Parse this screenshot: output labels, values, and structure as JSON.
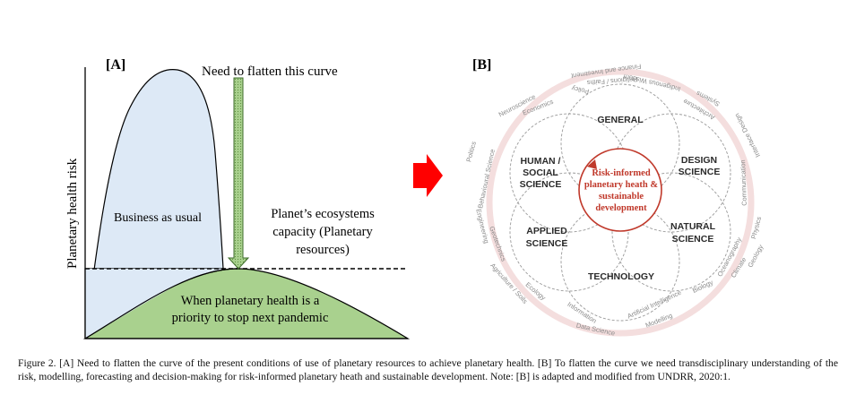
{
  "panel_a": {
    "label": "[A]",
    "y_axis_label": "Planetary health risk",
    "arrow_label": "Need to flatten this curve",
    "business_label": "Business as usual",
    "capacity_label": [
      "Planet’s ecosystems",
      "capacity (Planetary",
      "resources)"
    ],
    "green_label": [
      "When planetary health is a",
      "priority to stop next pandemic"
    ],
    "colors": {
      "blue_fill": "#dde9f6",
      "green_fill": "#a9d18e",
      "arrow_fill": "#a9d18e"
    }
  },
  "arrow_between": {
    "color": "#ff0000"
  },
  "panel_b": {
    "label": "[B]",
    "center_text": [
      "Risk-informed",
      "planetary heath &",
      "sustainable",
      "development"
    ],
    "center_color": "#c0392b",
    "petals": {
      "general": [
        "GENERAL"
      ],
      "design": [
        "DESIGN",
        "SCIENCE"
      ],
      "natural": [
        "NATURAL",
        "SCIENCE"
      ],
      "technology": [
        "TECHNOLOGY"
      ],
      "applied": [
        "APPLIED",
        "SCIENCE"
      ],
      "human": [
        "HUMAN /",
        "SOCIAL",
        "SCIENCE"
      ]
    },
    "ring_words": [
      "Finance and Investment",
      "Religions / Faiths",
      "Indigenous Wisdom",
      "Policy",
      "Systems",
      "Architecture",
      "Neuroscience",
      "Economics",
      "Interface Design",
      "Politics",
      "Behavioural Science",
      "Communication",
      "Physics",
      "Engineering",
      "Geotechnics",
      "Geology",
      "Climate",
      "Oceanography",
      "Biology",
      "Agriculture / Soils",
      "Ecology",
      "Artificial Intelligence",
      "Modelling",
      "Information",
      "Data Science"
    ]
  },
  "caption": "Figure 2. [A] Need to flatten the curve of the present conditions of use of planetary resources to achieve planetary health. [B] To flatten the curve we need transdisciplinary understanding of the risk, modelling, forecasting and decision-making for risk-informed planetary heath and sustainable development. Note: [B] is adapted and modified from UNDRR, 2020:1."
}
